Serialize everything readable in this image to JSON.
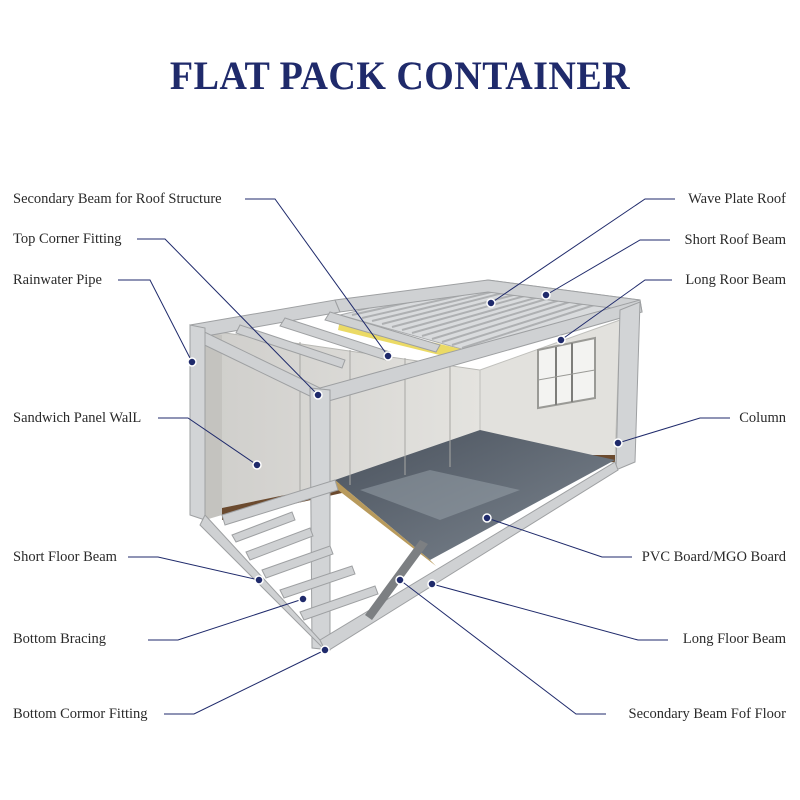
{
  "title": "FLAT PACK CONTAINER",
  "labels": {
    "secondary_beam_roof": "Secondary Beam for Roof Structure",
    "top_corner_fitting": "Top Corner Fitting",
    "rainwater_pipe": "Rainwater  Pipe",
    "sandwich_panel_wall": "Sandwich Panel WalL",
    "short_floor_beam": "Short Floor Beam",
    "bottom_bracing": "Bottom Bracing",
    "bottom_corner_fitting": "Bottom Cormor Fitting",
    "wave_plate_roof": "Wave Plate Roof",
    "short_roof_beam": "Short Roof Beam",
    "long_roof_beam": "Long Roor Beam",
    "column": "Column",
    "pvc_board": "PVC Board/MGO Board",
    "long_floor_beam": "Long Floor Beam",
    "secondary_beam_floor": "Secondary Beam Fof  Floor"
  },
  "colors": {
    "title": "#1f2a6b",
    "leader": "#1f2a6b",
    "frame": "#c9cbcd",
    "wall": "#d8d7d3",
    "floor": "#5d6672"
  }
}
